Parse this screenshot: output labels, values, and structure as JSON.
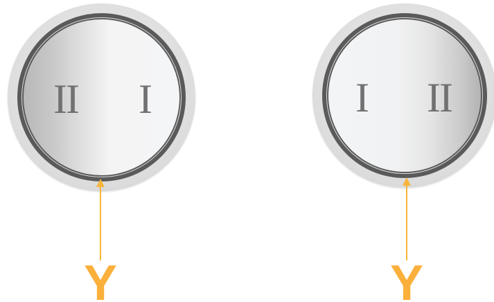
{
  "dials": [
    {
      "id": "left",
      "numerals": [
        "II",
        "I"
      ]
    },
    {
      "id": "right",
      "numerals": [
        "I",
        "II"
      ]
    }
  ],
  "pointers": [
    {
      "label": "Y"
    },
    {
      "label": "Y"
    }
  ],
  "colors": {
    "accent": "#fbb03b",
    "numeral": "#717171",
    "bevel": "#5a5a5a"
  }
}
